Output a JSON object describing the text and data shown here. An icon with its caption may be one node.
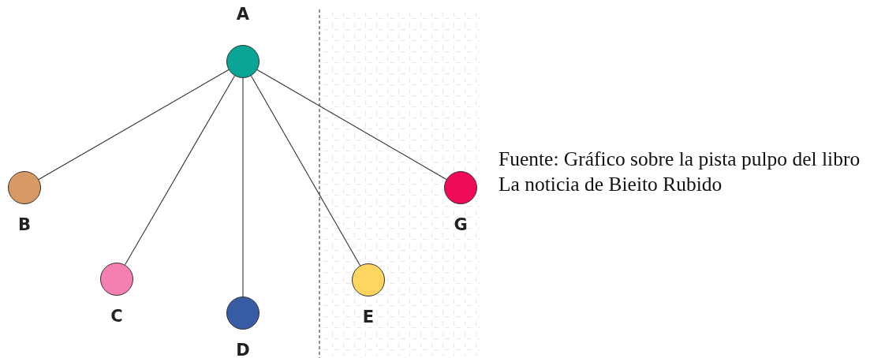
{
  "diagram": {
    "caption": "Fuente: Gráfico sobre la pista pulpo del libro La noticia de Bieito Rubido",
    "nodes": [
      {
        "text": [
          "A"
        ]
      },
      {
        "text": [
          "B"
        ]
      },
      {
        "text": [
          "C"
        ]
      },
      {
        "text": [
          "D"
        ]
      },
      {
        "text": [
          "E"
        ]
      },
      {
        "text": [
          "G"
        ]
      }
    ],
    "edges": [
      {
        "from": 0,
        "to": 1,
        "arrow": "none"
      },
      {
        "from": 0,
        "to": 2,
        "arrow": "none"
      },
      {
        "from": 0,
        "to": 3,
        "arrow": "none"
      },
      {
        "from": 0,
        "to": 4,
        "arrow": "none"
      },
      {
        "from": 0,
        "to": 5,
        "arrow": "none"
      }
    ]
  }
}
